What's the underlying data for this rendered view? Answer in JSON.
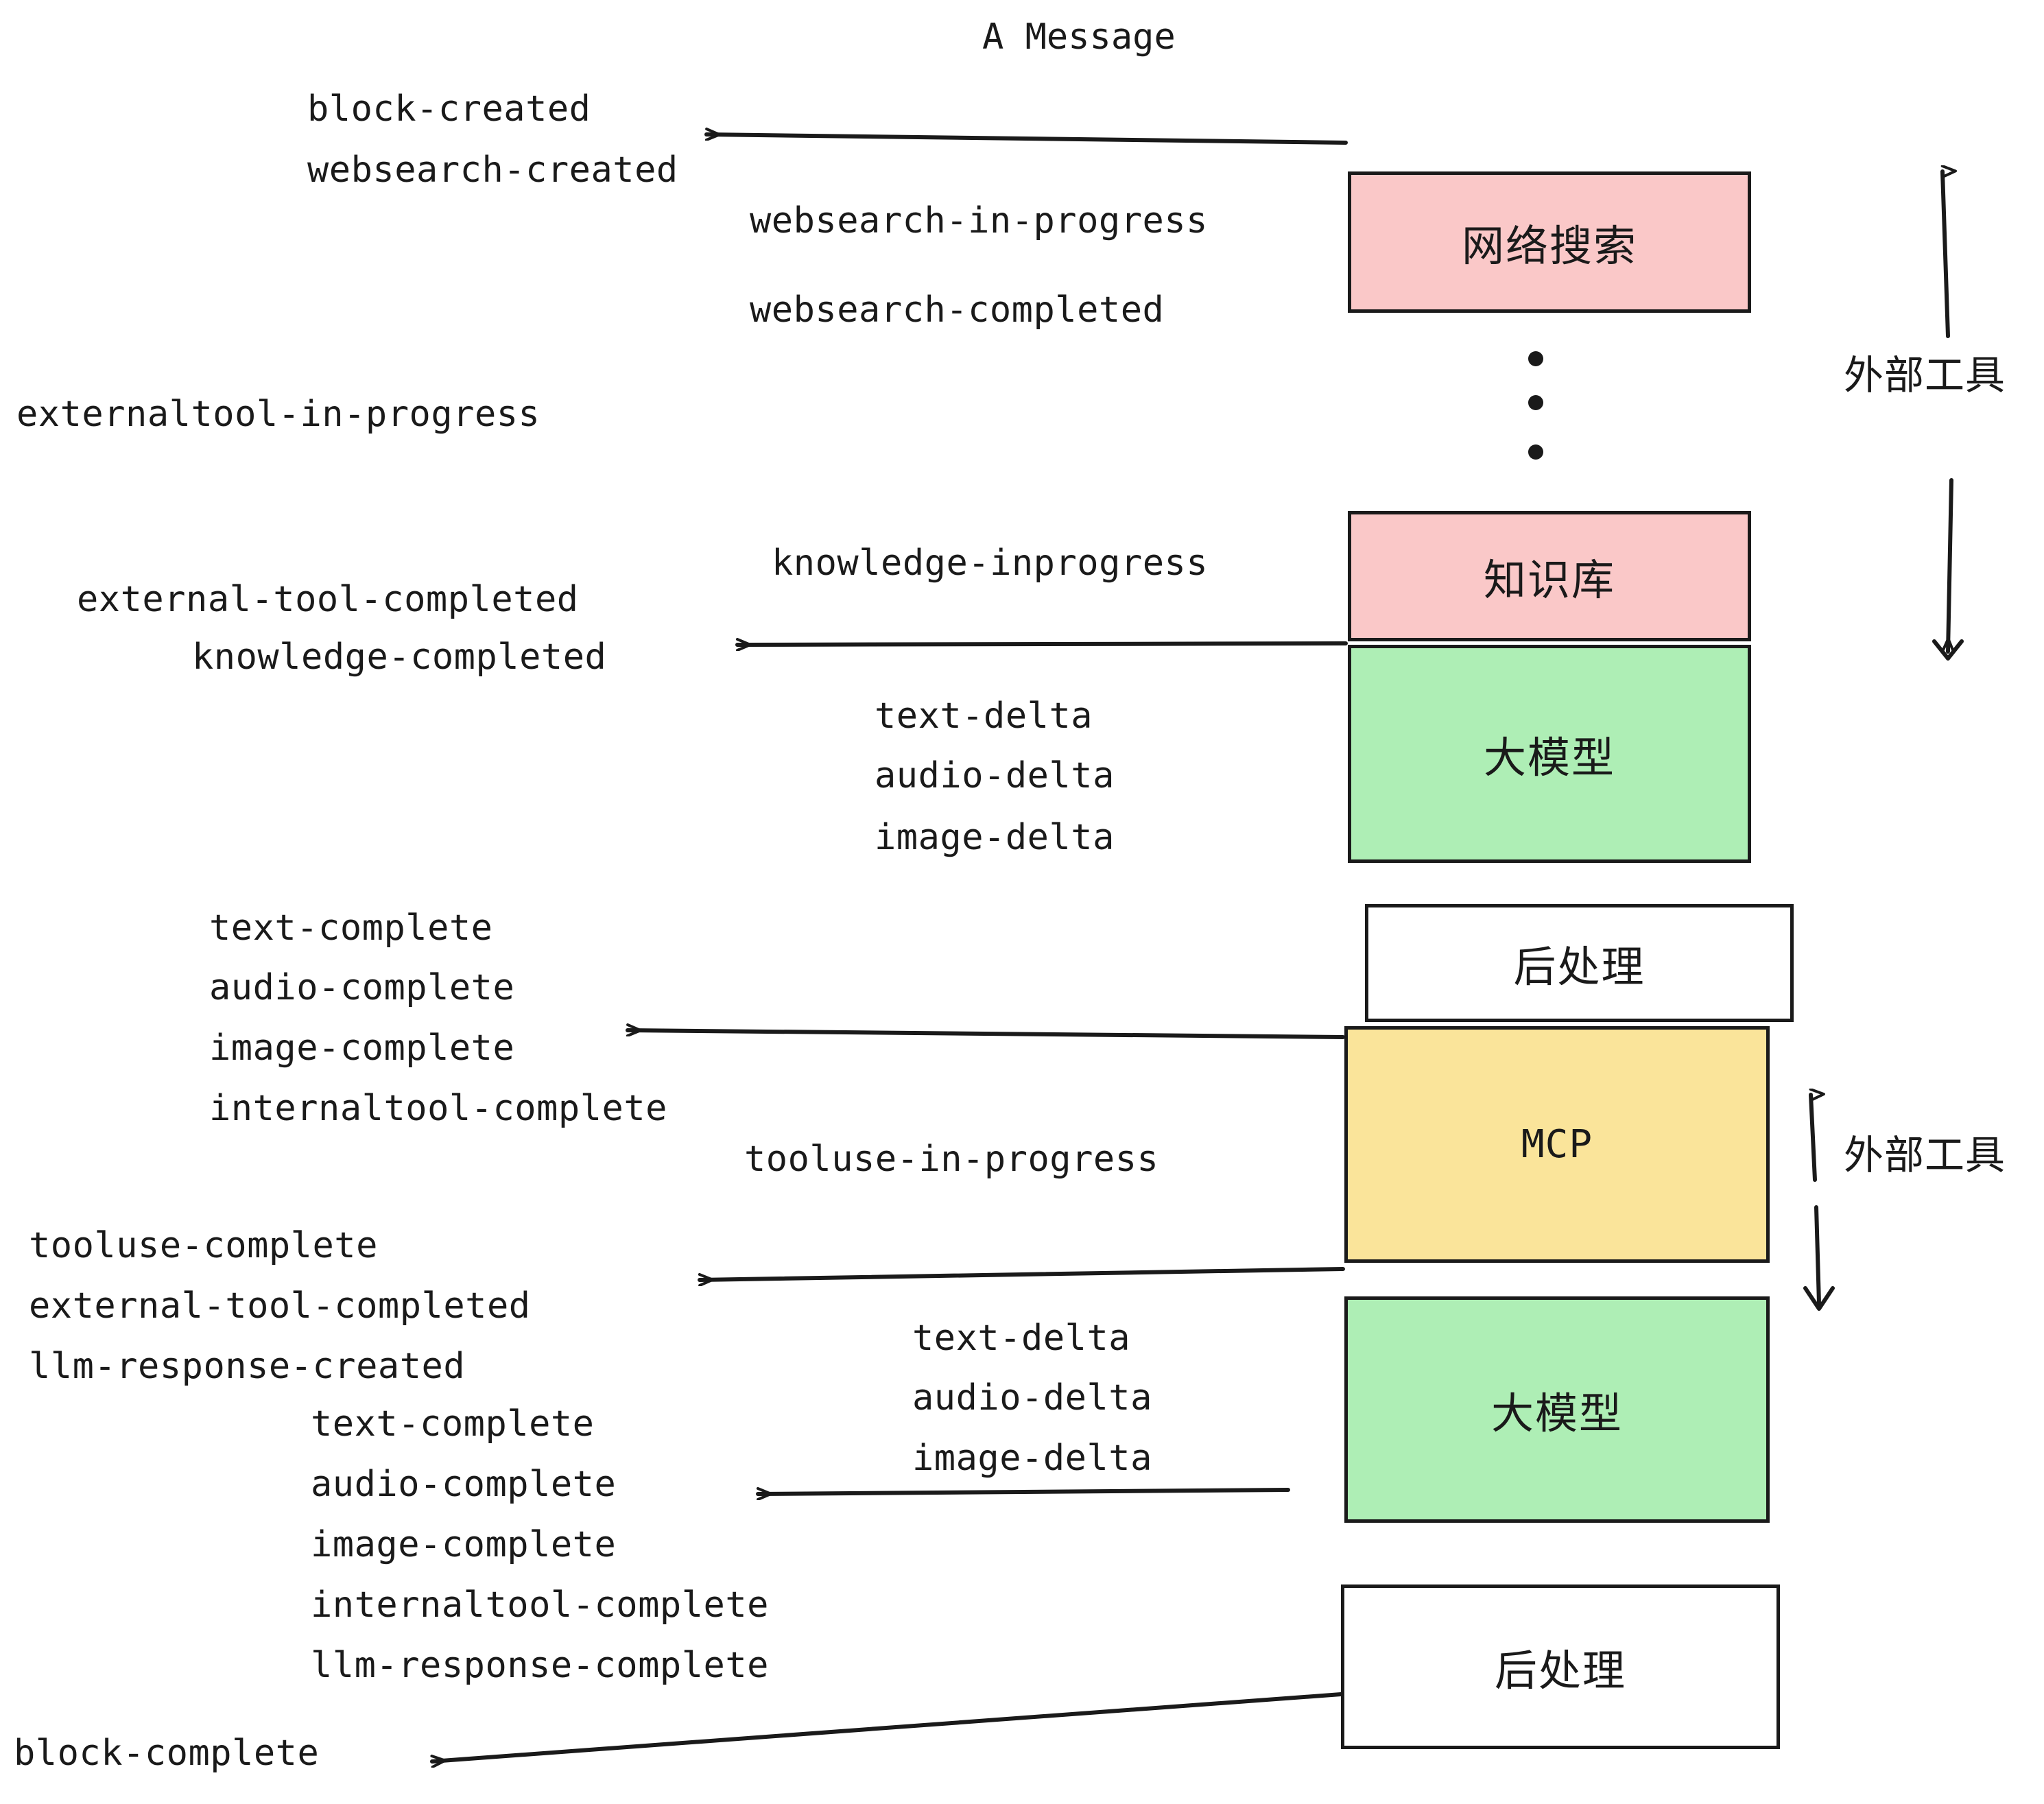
{
  "diagram": {
    "title": "A Message",
    "colors": {
      "pink": "#fac8c8",
      "green": "#aeeeb5",
      "yellow": "#fae49a",
      "white": "#ffffff",
      "stroke": "#1a1a1a"
    }
  },
  "boxes": [
    {
      "id": "websearch",
      "label": "网络搜索",
      "color": "pink"
    },
    {
      "id": "knowledge",
      "label": "知识库",
      "color": "pink"
    },
    {
      "id": "llm-top",
      "label": "大模型",
      "color": "green"
    },
    {
      "id": "postprocess-top",
      "label": "后处理",
      "color": "white"
    },
    {
      "id": "mcp",
      "label": "MCP",
      "color": "yellow"
    },
    {
      "id": "llm-bottom",
      "label": "大模型",
      "color": "green"
    },
    {
      "id": "postprocess-bottom",
      "label": "后处理",
      "color": "white"
    }
  ],
  "side_annotations": [
    {
      "id": "external-tool-top",
      "label": "外部工具"
    },
    {
      "id": "external-tool-bottom",
      "label": "外部工具"
    }
  ],
  "events": [
    {
      "id": "block-created",
      "text": "block-created"
    },
    {
      "id": "websearch-created",
      "text": "websearch-created"
    },
    {
      "id": "websearch-in-progress",
      "text": "websearch-in-progress"
    },
    {
      "id": "websearch-completed",
      "text": "websearch-completed"
    },
    {
      "id": "externaltool-in-progress",
      "text": "externaltool-in-progress"
    },
    {
      "id": "knowledge-inprogress",
      "text": "knowledge-inprogress"
    },
    {
      "id": "external-tool-completed-1",
      "text": "external-tool-completed"
    },
    {
      "id": "knowledge-completed",
      "text": "knowledge-completed"
    },
    {
      "id": "text-delta-1",
      "text": "text-delta"
    },
    {
      "id": "audio-delta-1",
      "text": "audio-delta"
    },
    {
      "id": "image-delta-1",
      "text": "image-delta"
    },
    {
      "id": "text-complete-1",
      "text": "text-complete"
    },
    {
      "id": "audio-complete-1",
      "text": "audio-complete"
    },
    {
      "id": "image-complete-1",
      "text": "image-complete"
    },
    {
      "id": "internaltool-complete-1",
      "text": "internaltool-complete"
    },
    {
      "id": "tooluse-in-progress",
      "text": "tooluse-in-progress"
    },
    {
      "id": "tooluse-complete",
      "text": "tooluse-complete"
    },
    {
      "id": "external-tool-completed-2",
      "text": "external-tool-completed"
    },
    {
      "id": "llm-response-created",
      "text": "llm-response-created"
    },
    {
      "id": "text-delta-2",
      "text": "text-delta"
    },
    {
      "id": "audio-delta-2",
      "text": "audio-delta"
    },
    {
      "id": "image-delta-2",
      "text": "image-delta"
    },
    {
      "id": "text-complete-2",
      "text": "text-complete"
    },
    {
      "id": "audio-complete-2",
      "text": "audio-complete"
    },
    {
      "id": "image-complete-2",
      "text": "image-complete"
    },
    {
      "id": "internaltool-complete-2",
      "text": "internaltool-complete"
    },
    {
      "id": "llm-response-complete",
      "text": "llm-response-complete"
    },
    {
      "id": "block-complete",
      "text": "block-complete"
    }
  ],
  "arrows": [
    {
      "id": "arrow-block-created",
      "from": "websearch",
      "to": "block-created"
    },
    {
      "id": "arrow-knowledge-completed",
      "from": "llm-top",
      "to": "knowledge-completed"
    },
    {
      "id": "arrow-image-complete",
      "from": "mcp",
      "to": "image-complete-1"
    },
    {
      "id": "arrow-tooluse-complete",
      "from": "mcp",
      "to": "tooluse-complete"
    },
    {
      "id": "arrow-audio-complete",
      "from": "llm-bottom",
      "to": "audio-complete-2"
    },
    {
      "id": "arrow-block-complete",
      "from": "postprocess-bottom",
      "to": "block-complete"
    }
  ]
}
